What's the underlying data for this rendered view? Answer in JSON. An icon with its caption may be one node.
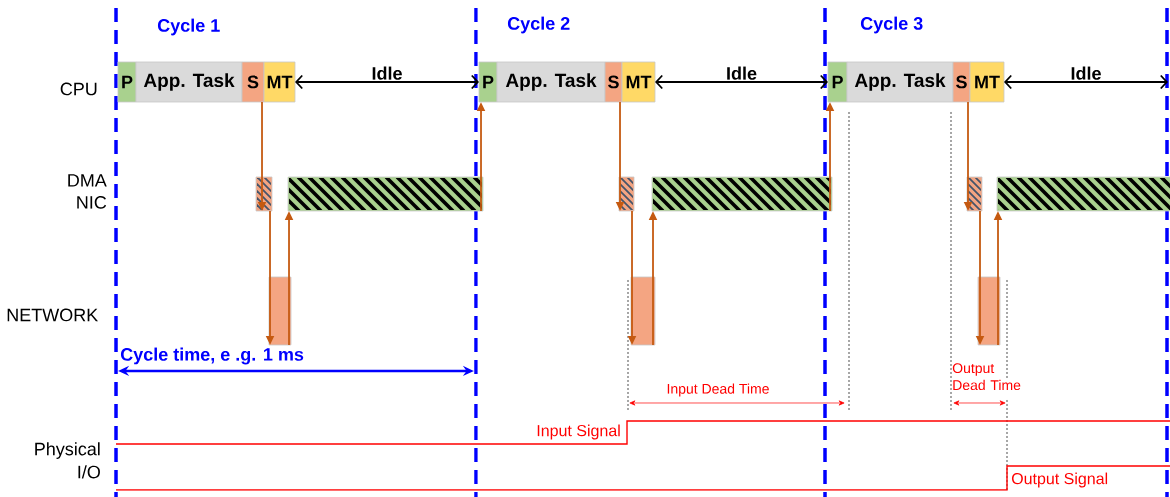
{
  "diagram": {
    "nodes": [
      {
        "text": [
          "P"
        ]
      },
      {
        "text": [
          "App. Task"
        ]
      },
      {
        "text": [
          "S"
        ]
      },
      {
        "text": [
          "MT"
        ]
      },
      {
        "text": [],
        "shape": "box"
      },
      {
        "text": [],
        "shape": "bar"
      },
      {
        "text": [],
        "shape": "bar"
      },
      {
        "text": [
          "P"
        ]
      },
      {
        "text": [
          "App. Task"
        ]
      },
      {
        "text": [
          "S"
        ]
      },
      {
        "text": [
          "MT"
        ]
      },
      {
        "text": [],
        "shape": "box"
      },
      {
        "text": [],
        "shape": "bar"
      },
      {
        "text": [],
        "shape": "bar"
      },
      {
        "text": [
          "P"
        ]
      },
      {
        "text": [
          "App. Task"
        ]
      },
      {
        "text": [
          "S"
        ]
      },
      {
        "text": [
          "MT"
        ]
      },
      {
        "text": [],
        "shape": "box"
      },
      {
        "text": [],
        "shape": "bar"
      },
      {
        "text": [],
        "shape": "bar"
      }
    ],
    "edges": [
      {
        "from": 3,
        "to": 7,
        "arrow": "both",
        "label": "Idle",
        "color": "#000000"
      },
      {
        "from": 2,
        "to": 4,
        "arrow": "to"
      },
      {
        "from": 4,
        "to": 5,
        "arrow": "to"
      },
      {
        "from": 5,
        "to": 6,
        "arrow": "to"
      },
      {
        "from": 6,
        "to": 7,
        "arrow": "to"
      },
      {
        "from": 10,
        "to": 14,
        "arrow": "both",
        "label": "Idle",
        "color": "#000000"
      },
      {
        "from": 9,
        "to": 11,
        "arrow": "to"
      },
      {
        "from": 11,
        "to": 12,
        "arrow": "to"
      },
      {
        "from": 12,
        "to": 13,
        "arrow": "to"
      },
      {
        "from": 13,
        "to": 14,
        "arrow": "to"
      },
      {
        "from": 17,
        "to": null,
        "arrow": "both",
        "label": "Idle",
        "color": "#000000"
      },
      {
        "from": 16,
        "to": 18,
        "arrow": "to"
      },
      {
        "from": 18,
        "to": 19,
        "arrow": "to"
      },
      {
        "from": 19,
        "to": 20,
        "arrow": "to"
      }
    ],
    "labels": [
      "Cycle 1",
      "Cycle 2",
      "Cycle 3",
      "CPU",
      "DMA NIC",
      "NETWORK",
      "Cycle time, e .g. 1 ms",
      "Output Dead Time",
      "Input Dead Time",
      "Input Signal",
      "Physical I/O",
      "Output Signal"
    ]
  }
}
